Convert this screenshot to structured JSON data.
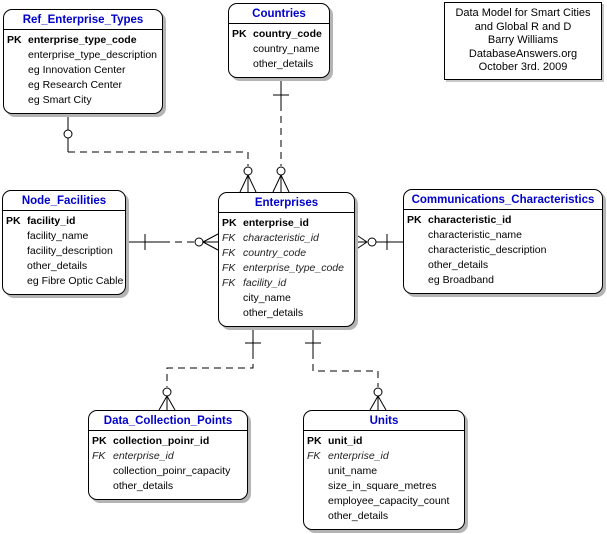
{
  "note": {
    "lines": [
      "Data Model for Smart Cities",
      "and Global R and D",
      "Barry Williams",
      "DatabaseAnswers.org",
      "October 3rd. 2009"
    ]
  },
  "colors": {
    "title_blue": "#0000cc",
    "border": "#000000",
    "shadow": "#b4b4b4",
    "background": "#ffffff"
  },
  "entities": [
    {
      "title": "Ref_Enterprise_Types",
      "rows": [
        {
          "k": "PK",
          "n": "enterprise_type_code",
          "s": "pk"
        },
        {
          "k": "",
          "n": "enterprise_type_description",
          "s": ""
        },
        {
          "k": "",
          "n": "eg Innovation Center",
          "s": ""
        },
        {
          "k": "",
          "n": "eg Research Center",
          "s": ""
        },
        {
          "k": "",
          "n": "eg Smart City",
          "s": ""
        }
      ]
    },
    {
      "title": "Countries",
      "rows": [
        {
          "k": "PK",
          "n": "country_code",
          "s": "pk"
        },
        {
          "k": "",
          "n": "country_name",
          "s": ""
        },
        {
          "k": "",
          "n": "other_details",
          "s": ""
        }
      ]
    },
    {
      "title": "Node_Facilities",
      "rows": [
        {
          "k": "PK",
          "n": "facility_id",
          "s": "pk"
        },
        {
          "k": "",
          "n": "facility_name",
          "s": ""
        },
        {
          "k": "",
          "n": "facility_description",
          "s": ""
        },
        {
          "k": "",
          "n": "other_details",
          "s": ""
        },
        {
          "k": "",
          "n": "eg Fibre Optic Cable",
          "s": ""
        }
      ]
    },
    {
      "title": "Enterprises",
      "rows": [
        {
          "k": "PK",
          "n": "enterprise_id",
          "s": "pk"
        },
        {
          "k": "FK",
          "n": "characteristic_id",
          "s": "fk"
        },
        {
          "k": "FK",
          "n": "country_code",
          "s": "fk"
        },
        {
          "k": "FK",
          "n": "enterprise_type_code",
          "s": "fk"
        },
        {
          "k": "FK",
          "n": "facility_id",
          "s": "fk"
        },
        {
          "k": "",
          "n": "city_name",
          "s": ""
        },
        {
          "k": "",
          "n": "other_details",
          "s": ""
        }
      ]
    },
    {
      "title": "Communications_Characteristics",
      "rows": [
        {
          "k": "PK",
          "n": "characteristic_id",
          "s": "pk"
        },
        {
          "k": "",
          "n": "characteristic_name",
          "s": ""
        },
        {
          "k": "",
          "n": "characteristic_description",
          "s": ""
        },
        {
          "k": "",
          "n": "other_details",
          "s": ""
        },
        {
          "k": "",
          "n": "eg Broadband",
          "s": ""
        }
      ]
    },
    {
      "title": "Data_Collection_Points",
      "rows": [
        {
          "k": "PK",
          "n": "collection_poinr_id",
          "s": "pk"
        },
        {
          "k": "FK",
          "n": "enterprise_id",
          "s": "fk"
        },
        {
          "k": "",
          "n": "collection_poinr_capacity",
          "s": ""
        },
        {
          "k": "",
          "n": "other_details",
          "s": ""
        }
      ]
    },
    {
      "title": "Units",
      "rows": [
        {
          "k": "PK",
          "n": "unit_id",
          "s": "pk"
        },
        {
          "k": "FK",
          "n": "enterprise_id",
          "s": "fk"
        },
        {
          "k": "",
          "n": "unit_name",
          "s": ""
        },
        {
          "k": "",
          "n": "size_in_square_metres",
          "s": ""
        },
        {
          "k": "",
          "n": "employee_capacity_count",
          "s": ""
        },
        {
          "k": "",
          "n": "other_details",
          "s": ""
        }
      ]
    }
  ]
}
